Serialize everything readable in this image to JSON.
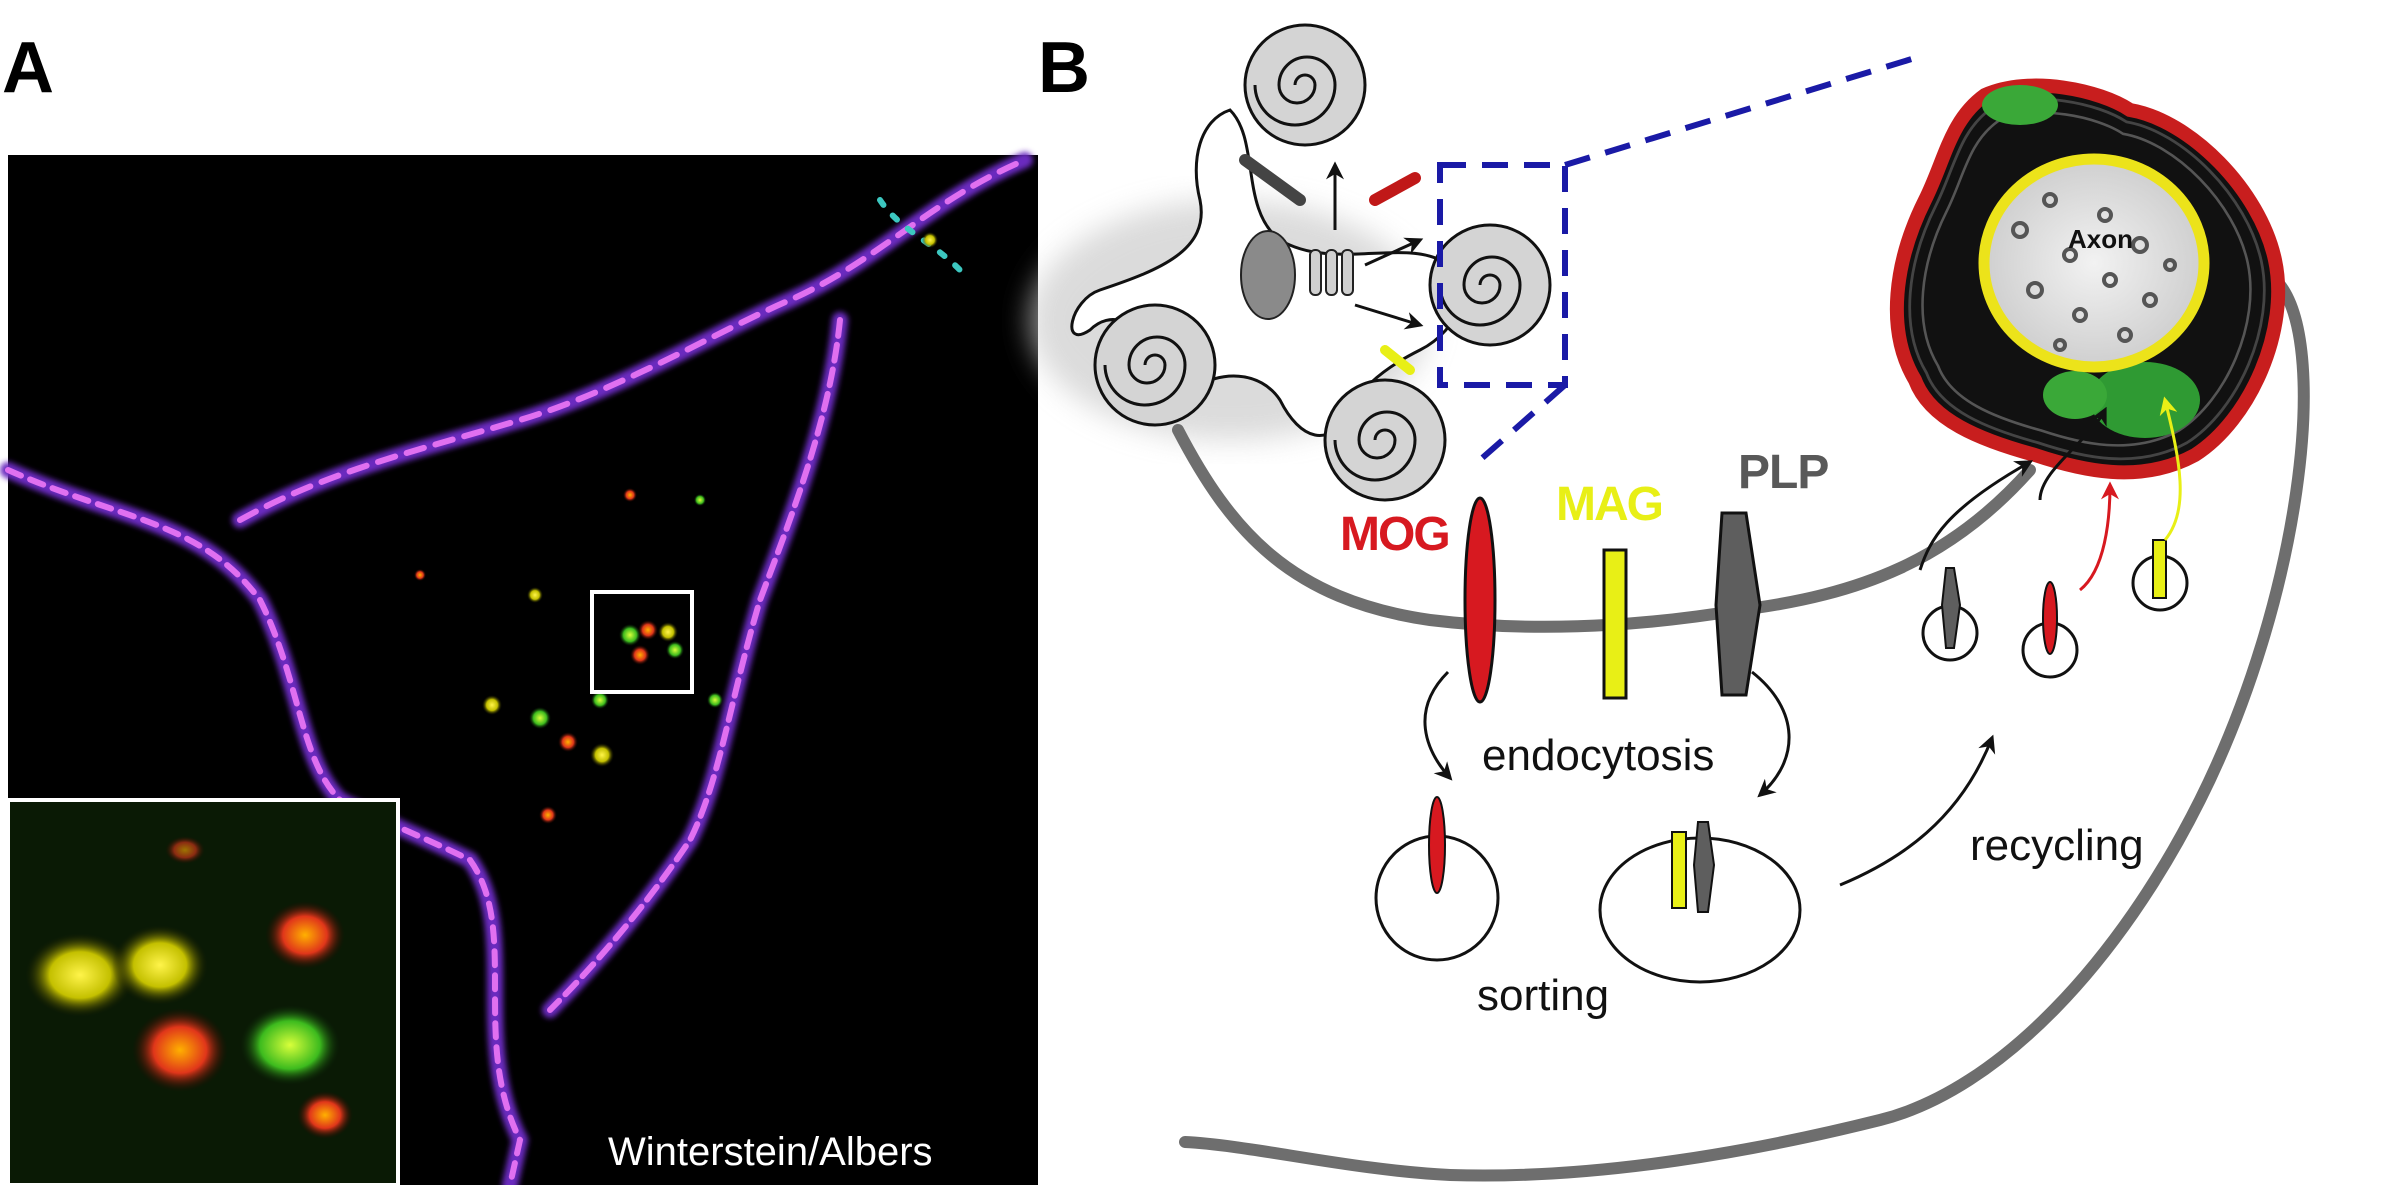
{
  "panel_a": {
    "letter": "A",
    "credit": "Winterstein/Albers"
  },
  "panel_b": {
    "letter": "B",
    "proteins": {
      "mog": "MOG",
      "mag": "MAG",
      "plp": "PLP"
    },
    "steps": {
      "endocytosis": "endocytosis",
      "sorting": "sorting",
      "recycling": "recycling"
    },
    "axon_label": "Axon"
  },
  "colors": {
    "mog": "#d71920",
    "mag": "#e8ef16",
    "plp": "#595959",
    "zoom_box": "#1a1aa6",
    "myelin_outline": "#c81e1e"
  }
}
